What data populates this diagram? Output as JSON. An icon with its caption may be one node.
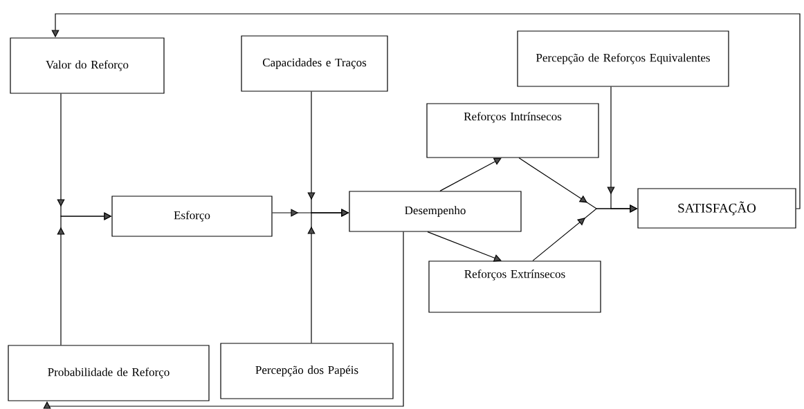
{
  "diagram": {
    "nodes": [
      {
        "text": [
          "Valor do Reforço"
        ]
      },
      {
        "text": [
          "Capacidades e Traços"
        ]
      },
      {
        "text": [
          "Percepção de Reforços Equivalentes"
        ]
      },
      {
        "text": [
          "Reforços Intrínsecos"
        ]
      },
      {
        "text": [
          "Esforço"
        ]
      },
      {
        "text": [
          "Desempenho"
        ]
      },
      {
        "text": [
          "SATISFAÇÃO"
        ]
      },
      {
        "text": [
          "Reforços Extrínsecos"
        ]
      },
      {
        "text": [
          "Probabilidade de Reforço"
        ]
      },
      {
        "text": [
          "Percepção dos Papéis"
        ]
      }
    ],
    "edges": [
      {
        "from": 0,
        "to": 4,
        "arrow": "to"
      },
      {
        "from": 8,
        "to": 4,
        "arrow": "to"
      },
      {
        "from": 4,
        "to": 5,
        "arrow": "to"
      },
      {
        "from": 1,
        "to": 5,
        "arrow": "to"
      },
      {
        "from": 9,
        "to": 5,
        "arrow": "to"
      },
      {
        "from": 5,
        "to": 3,
        "arrow": "to"
      },
      {
        "from": 5,
        "to": 7,
        "arrow": "to"
      },
      {
        "from": 3,
        "to": 6,
        "arrow": "to"
      },
      {
        "from": 7,
        "to": 6,
        "arrow": "to"
      },
      {
        "from": 2,
        "to": 6,
        "arrow": "to"
      },
      {
        "from": 6,
        "to": 0,
        "arrow": "to"
      },
      {
        "from": 5,
        "to": 8,
        "arrow": "to"
      }
    ]
  }
}
